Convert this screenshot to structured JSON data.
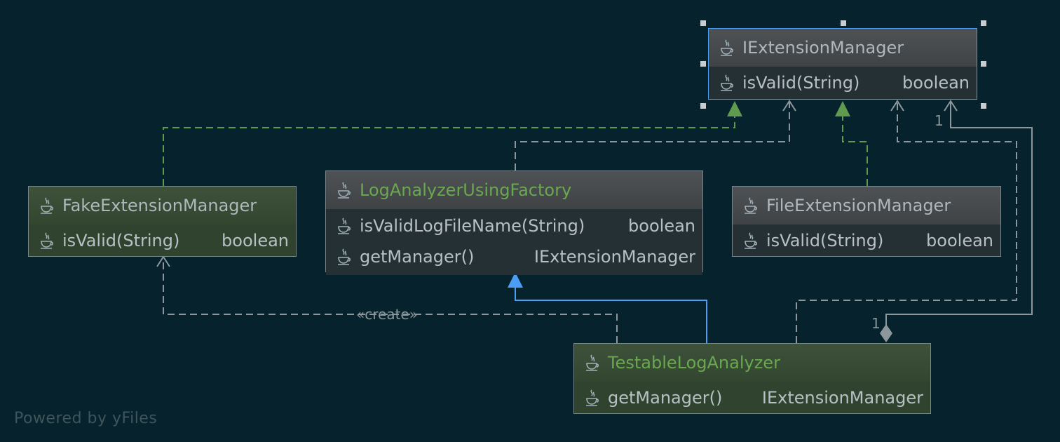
{
  "diagram": {
    "nodes": {
      "iextension_manager": {
        "title": "IExtensionManager",
        "members": [
          {
            "name": "isValid(String)",
            "type": "boolean"
          }
        ]
      },
      "fake_extension_manager": {
        "title": "FakeExtensionManager",
        "members": [
          {
            "name": "isValid(String)",
            "type": "boolean"
          }
        ]
      },
      "log_analyzer_using_factory": {
        "title": "LogAnalyzerUsingFactory",
        "members": [
          {
            "name": "isValidLogFileName(String)",
            "type": "boolean"
          },
          {
            "name": "getManager()",
            "type": "IExtensionManager"
          }
        ]
      },
      "file_extension_manager": {
        "title": "FileExtensionManager",
        "members": [
          {
            "name": "isValid(String)",
            "type": "boolean"
          }
        ]
      },
      "testable_log_analyzer": {
        "title": "TestableLogAnalyzer",
        "members": [
          {
            "name": "getManager()",
            "type": "IExtensionManager"
          }
        ]
      }
    },
    "edge_labels": {
      "create": "«create»",
      "multiplicity_target": "1",
      "multiplicity_source": "1"
    },
    "colors": {
      "realization": "#5f9a4f",
      "dependency": "#8b979b",
      "inheritance": "#4a9ff5",
      "aggregation": "#8b979b",
      "selection": "#4a9ff5"
    }
  },
  "footer": {
    "powered_by": "Powered by yFiles"
  }
}
